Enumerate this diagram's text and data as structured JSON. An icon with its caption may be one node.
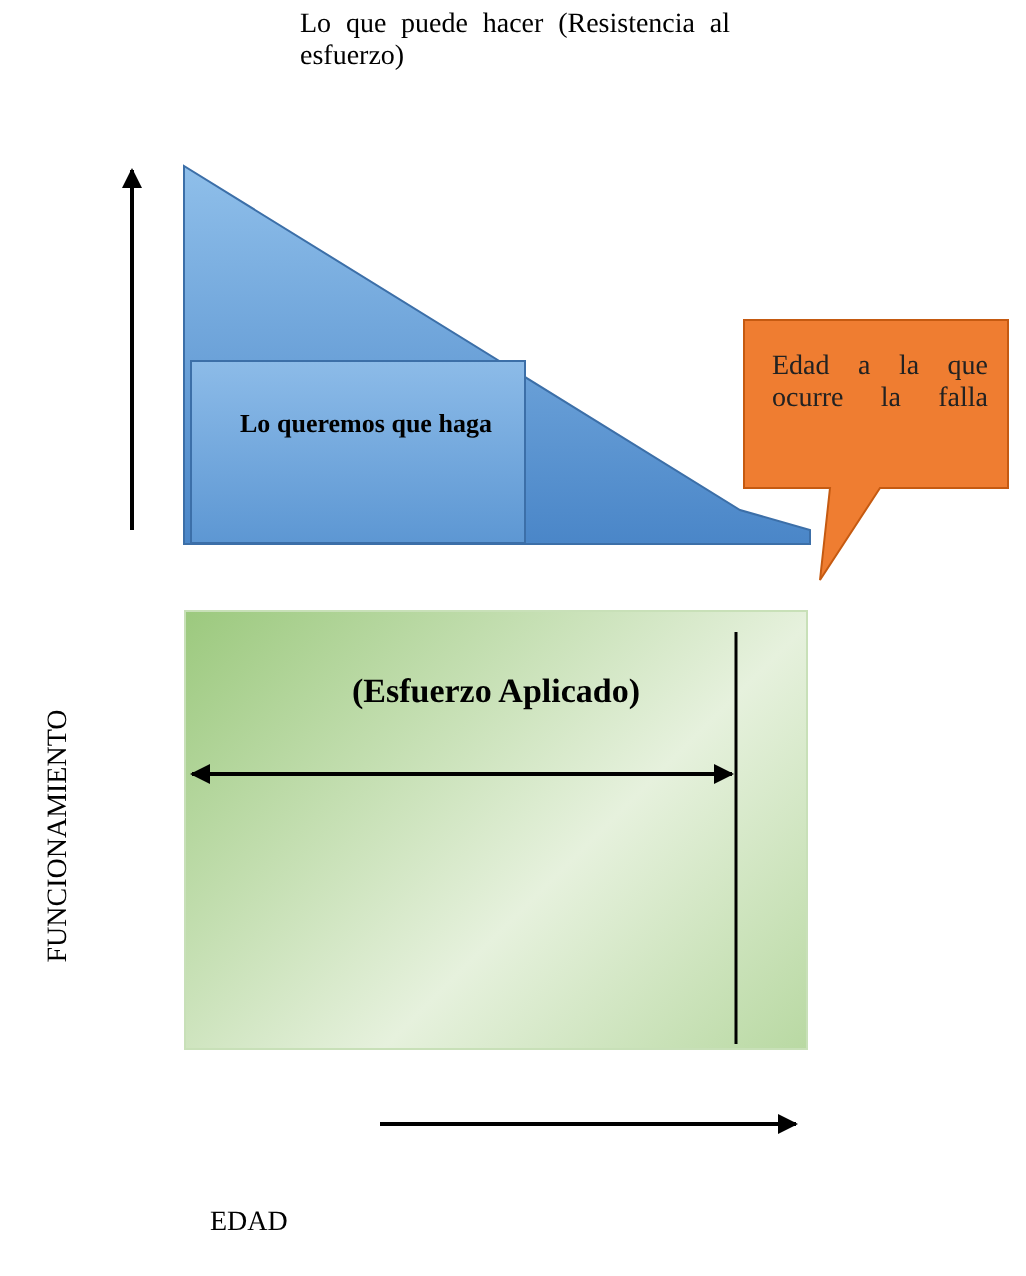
{
  "diagram": {
    "nodes": [
      {
        "text": [
          "Lo que puede hacer (Resistencia al esfuerzo)"
        ]
      },
      {
        "text": [
          "Lo queremos que haga"
        ],
        "in": 0
      },
      {
        "text": [
          "Edad a la que ocurre la falla"
        ]
      },
      {
        "text": [
          "(Esfuerzo Aplicado)"
        ]
      }
    ],
    "labels": [
      "FUNCIONAMIENTO",
      "EDAD"
    ]
  }
}
